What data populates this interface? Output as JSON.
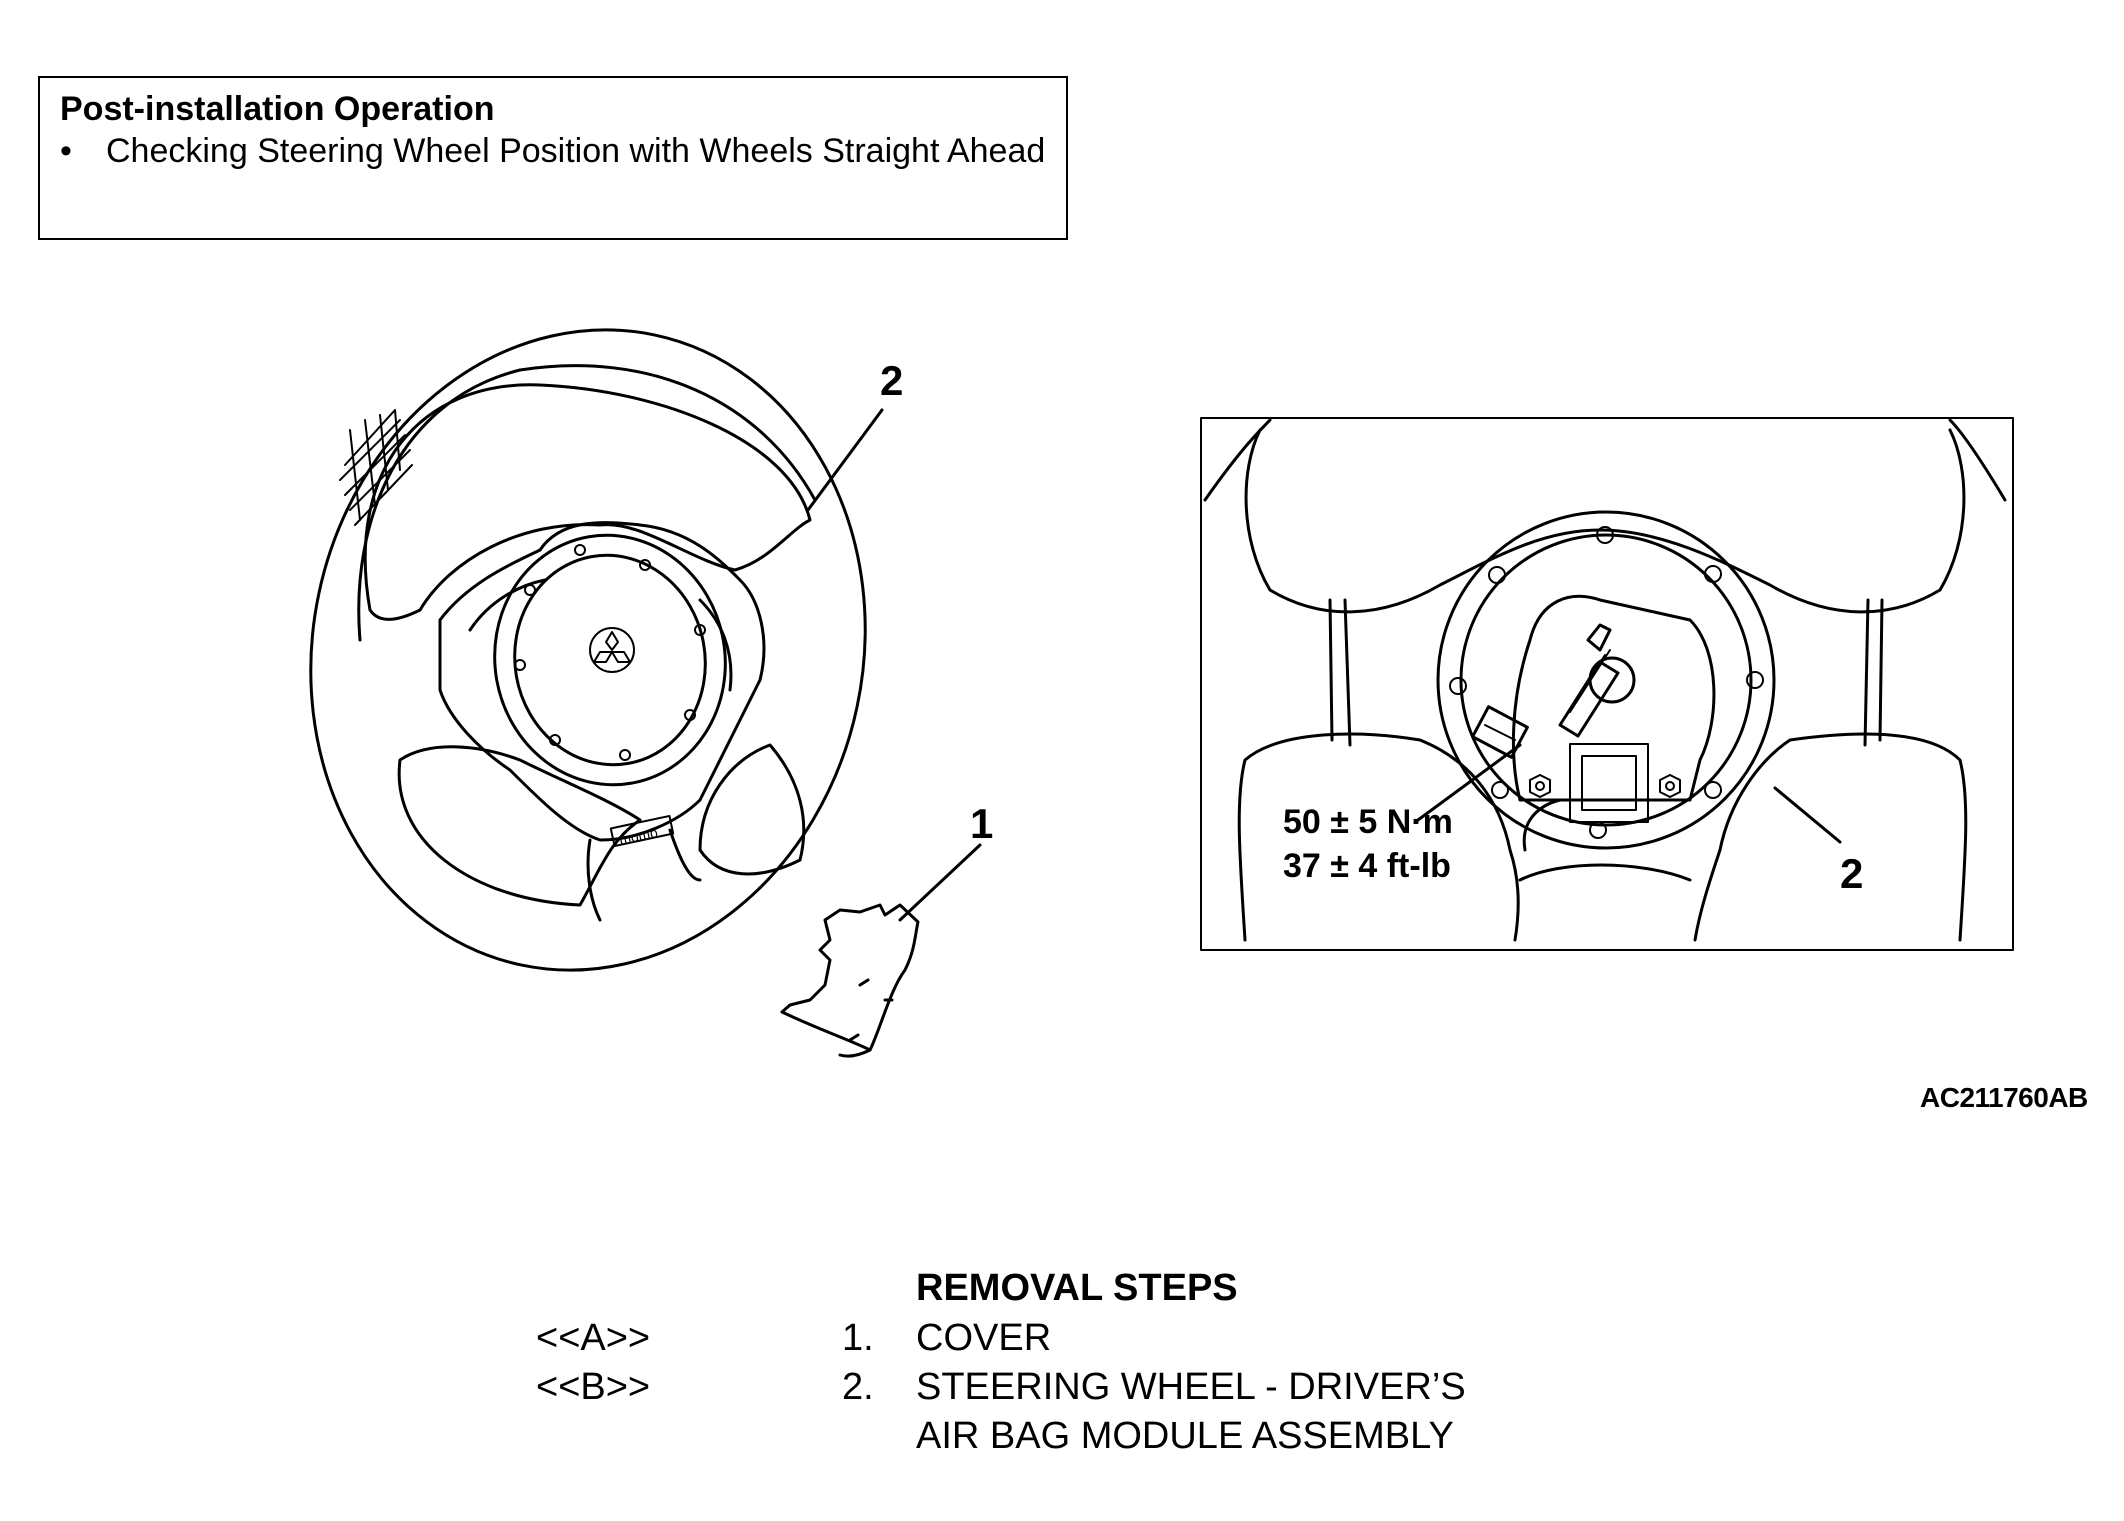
{
  "post_installation": {
    "title": "Post-installation Operation",
    "items": [
      "Checking Steering Wheel Position with Wheels Straight Ahead"
    ]
  },
  "callouts": {
    "wheel_part": "2",
    "cover_part": "1",
    "detail_part": "2"
  },
  "torque": {
    "metric": "50 ± 5 N·m",
    "imperial": "37 ± 4 ft-lb"
  },
  "steering_logo_text": "momo",
  "figure_id": "AC211760AB",
  "removal_steps": {
    "heading": "REMOVAL STEPS",
    "steps": [
      {
        "ref": "<<A>>",
        "number": "1.",
        "label": "COVER"
      },
      {
        "ref": "<<B>>",
        "number": "2.",
        "label": "STEERING WHEEL - DRIVER’S",
        "label_cont": "AIR BAG MODULE ASSEMBLY"
      }
    ]
  }
}
